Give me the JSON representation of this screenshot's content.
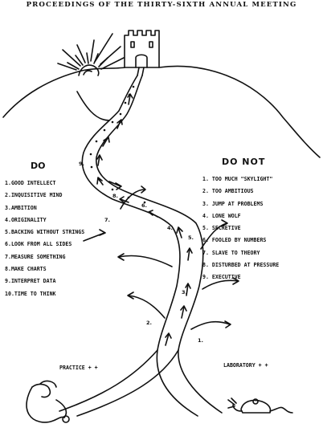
{
  "title": "PROCEEDINGS OF THE THIRTY-SIXTH ANNUAL MEETING",
  "do": {
    "heading": "DO",
    "items": [
      "1.GOOD INTELLECT",
      "2.INQUISITIVE MIND",
      "3.AMBITION",
      "4.ORIGINALITY",
      "5.BACKING WITHOUT STRINGS",
      "6.LOOK FROM ALL SIDES",
      "7.MEASURE SOMETHING",
      "8.MAKE CHARTS",
      "9.INTERPRET DATA",
      "10.TIME TO THINK"
    ]
  },
  "do_not": {
    "heading": "DO NOT",
    "items": [
      "1. TOO MUCH \"SKYLIGHT\"",
      "2. TOO AMBITIOUS",
      "3. JUMP AT PROBLEMS",
      "4. LONE WOLF",
      "5. SECRETIVE",
      "6. FOOLED BY NUMBERS",
      "7. SLAVE TO THEORY",
      "8. DISTURBED AT PRESSURE",
      "9. EXECUTIVE"
    ]
  },
  "roots": {
    "practice": "PRACTICE + +",
    "laboratory": "LABORATORY + +"
  },
  "path_numbers": [
    "1.",
    "2.",
    "3.",
    "4.",
    "5.",
    "6.",
    "7.",
    "8.",
    "9."
  ],
  "icons": [
    "sun-icon",
    "castle-icon",
    "stethoscope-icon",
    "mouse-icon"
  ]
}
